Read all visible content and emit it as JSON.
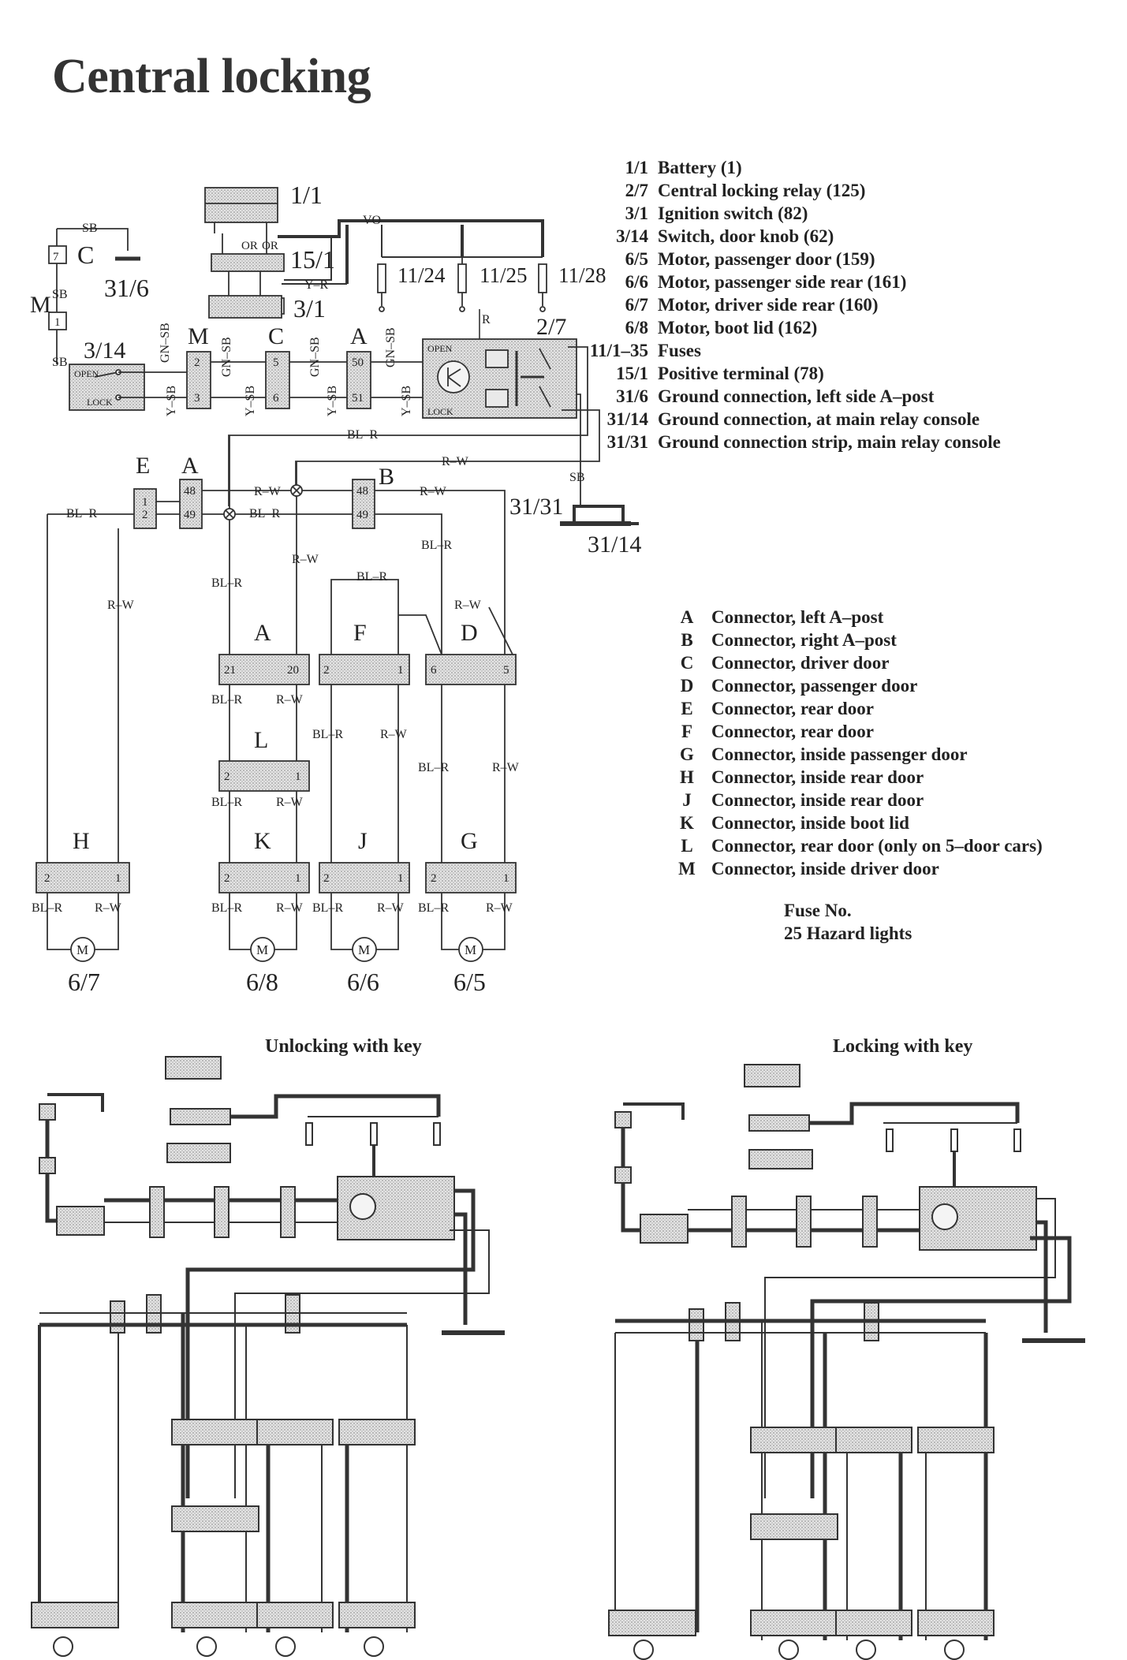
{
  "title": "Central locking",
  "components": [
    {
      "code": "1/1",
      "desc": "Battery (1)"
    },
    {
      "code": "2/7",
      "desc": "Central locking relay (125)"
    },
    {
      "code": "3/1",
      "desc": "Ignition switch (82)"
    },
    {
      "code": "3/14",
      "desc": "Switch, door knob (62)"
    },
    {
      "code": "6/5",
      "desc": "Motor, passenger door (159)"
    },
    {
      "code": "6/6",
      "desc": "Motor, passenger side rear (161)"
    },
    {
      "code": "6/7",
      "desc": "Motor, driver side rear (160)"
    },
    {
      "code": "6/8",
      "desc": "Motor, boot lid (162)"
    },
    {
      "code": "11/1–35",
      "desc": "Fuses"
    },
    {
      "code": "15/1",
      "desc": "Positive terminal (78)"
    },
    {
      "code": "31/6",
      "desc": "Ground connection, left side A–post"
    },
    {
      "code": "31/14",
      "desc": "Ground connection, at main relay console"
    },
    {
      "code": "31/31",
      "desc": "Ground connection strip, main relay console"
    }
  ],
  "connectors": [
    {
      "code": "A",
      "desc": "Connector, left A–post"
    },
    {
      "code": "B",
      "desc": "Connector, right A–post"
    },
    {
      "code": "C",
      "desc": "Connector, driver door"
    },
    {
      "code": "D",
      "desc": "Connector, passenger door"
    },
    {
      "code": "E",
      "desc": "Connector, rear door"
    },
    {
      "code": "F",
      "desc": "Connector, rear door"
    },
    {
      "code": "G",
      "desc": "Connector, inside passenger door"
    },
    {
      "code": "H",
      "desc": "Connector, inside rear door"
    },
    {
      "code": "J",
      "desc": "Connector, inside rear door"
    },
    {
      "code": "K",
      "desc": "Connector, inside boot lid"
    },
    {
      "code": "L",
      "desc": "Connector, rear door (only on 5–door cars)"
    },
    {
      "code": "M",
      "desc": "Connector, inside driver door"
    }
  ],
  "fuse": {
    "heading": "Fuse No.",
    "item": "25 Hazard lights"
  },
  "diagram": {
    "wire_labels": {
      "SB": "SB",
      "VO": "VO",
      "OR": "OR",
      "Y_R": "Y–R",
      "R": "R",
      "GN_SB": "GN–SB",
      "Y_SB": "Y–SB",
      "BL_R": "BL–R",
      "R_W": "R–W"
    },
    "component_labels": {
      "c1_1": "1/1",
      "c15_1": "15/1",
      "c3_1": "3/1",
      "c3_14": "3/14",
      "c31_6": "31/6",
      "c2_7": "2/7",
      "c31_31": "31/31",
      "c31_14": "31/14",
      "f11_24": "11/24",
      "f11_25": "11/25",
      "f11_28": "11/28",
      "m6_7": "6/7",
      "m6_8": "6/8",
      "m6_6": "6/6",
      "m6_5": "6/5"
    },
    "connector_letters": {
      "A": "A",
      "B": "B",
      "C": "C",
      "D": "D",
      "E": "E",
      "F": "F",
      "G": "G",
      "H": "H",
      "J": "J",
      "K": "K",
      "L": "L",
      "M": "M"
    },
    "pin_labels": {
      "p1": "1",
      "p2": "2",
      "p3": "3",
      "p5": "5",
      "p6": "6",
      "p7": "7",
      "p20": "20",
      "p21": "21",
      "p48": "48",
      "p49": "49",
      "p50": "50",
      "p51": "51"
    },
    "switch_labels": {
      "open": "OPEN",
      "lock": "LOCK"
    },
    "motor_symbol": "M"
  },
  "subdiagrams": {
    "unlocking_title": "Unlocking with key",
    "locking_title": "Locking with key"
  }
}
